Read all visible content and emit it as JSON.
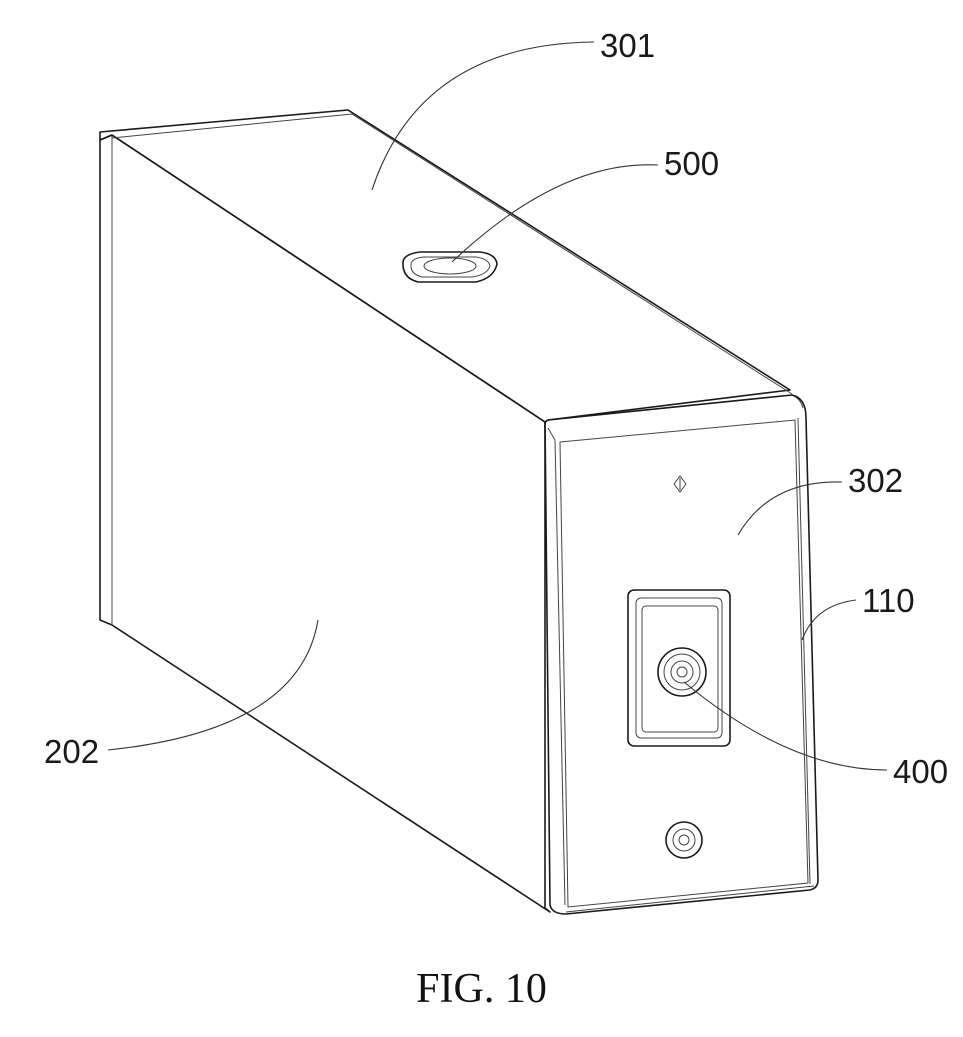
{
  "figure": {
    "caption": "FIG. 10",
    "labels": {
      "top_face": "301",
      "top_port": "500",
      "front_face": "302",
      "edge_frame": "110",
      "front_port": "400",
      "side_face": "202"
    }
  }
}
